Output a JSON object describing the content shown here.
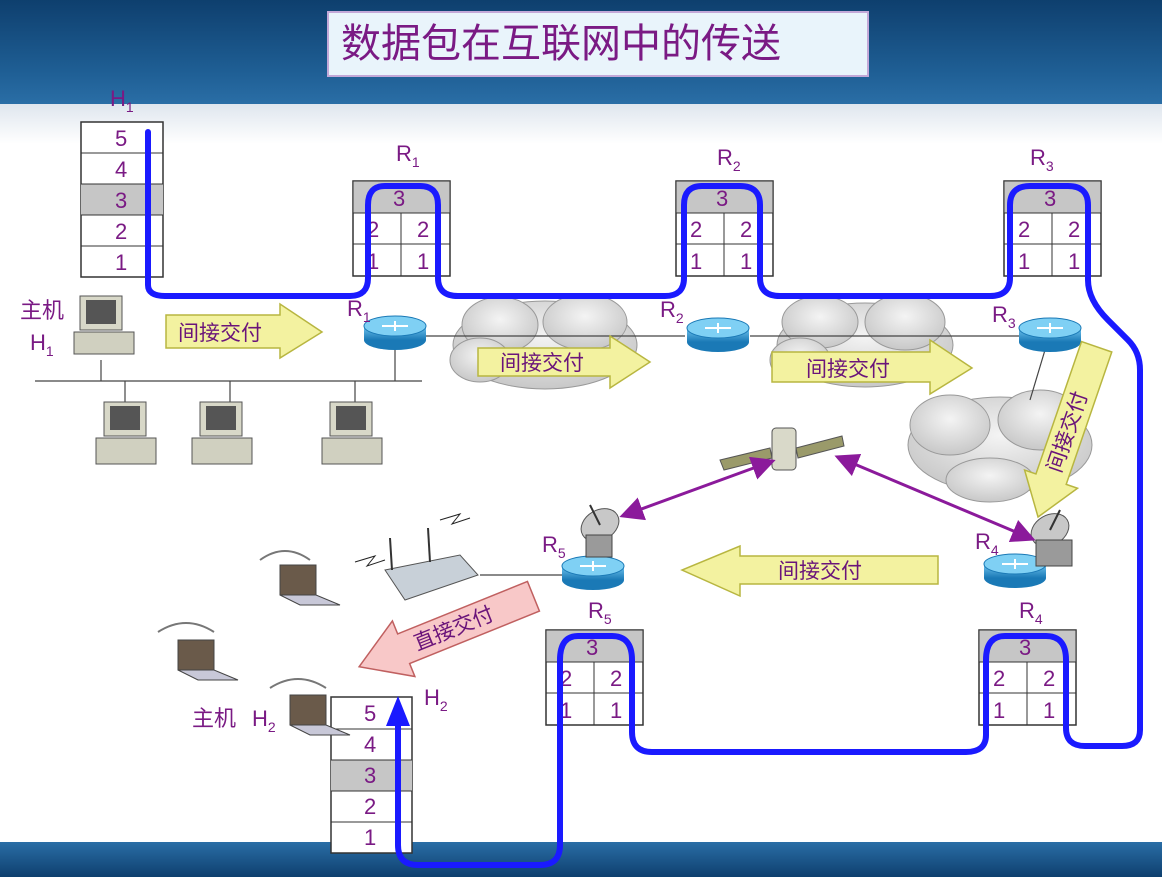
{
  "title": "数据包在互联网中的传送",
  "host_h1": {
    "label_main": "H",
    "label_sub": "1",
    "host_text": "主机",
    "host_name": "H",
    "host_name_sub": "1",
    "layers": [
      "5",
      "4",
      "3",
      "2",
      "1"
    ]
  },
  "host_h2": {
    "label_main": "H",
    "label_sub": "2",
    "host_text": "主机",
    "host_name": "H",
    "host_name_sub": "2",
    "layers": [
      "5",
      "4",
      "3",
      "2",
      "1"
    ]
  },
  "routers": [
    {
      "name": "R",
      "sub": "1",
      "top": "3",
      "left": [
        "2",
        "1"
      ],
      "right": [
        "2",
        "1"
      ]
    },
    {
      "name": "R",
      "sub": "2",
      "top": "3",
      "left": [
        "2",
        "1"
      ],
      "right": [
        "2",
        "1"
      ]
    },
    {
      "name": "R",
      "sub": "3",
      "top": "3",
      "left": [
        "2",
        "1"
      ],
      "right": [
        "2",
        "1"
      ]
    },
    {
      "name": "R",
      "sub": "5",
      "top": "3",
      "left": [
        "2",
        "1"
      ],
      "right": [
        "2",
        "1"
      ]
    },
    {
      "name": "R",
      "sub": "4",
      "top": "3",
      "left": [
        "2",
        "1"
      ],
      "right": [
        "2",
        "1"
      ]
    }
  ],
  "arrows": {
    "indirect_1": "间接交付",
    "indirect_2": "间接交付",
    "indirect_3": "间接交付",
    "indirect_4": "间接交付",
    "indirect_5": "间接交付",
    "direct": "直接交付"
  },
  "colors": {
    "path": "#1a1aff",
    "label": "#7a1a84",
    "arrow_fill": "#f3f2a0",
    "direct_fill": "#f8c8c8",
    "link": "#8b1a9b"
  }
}
